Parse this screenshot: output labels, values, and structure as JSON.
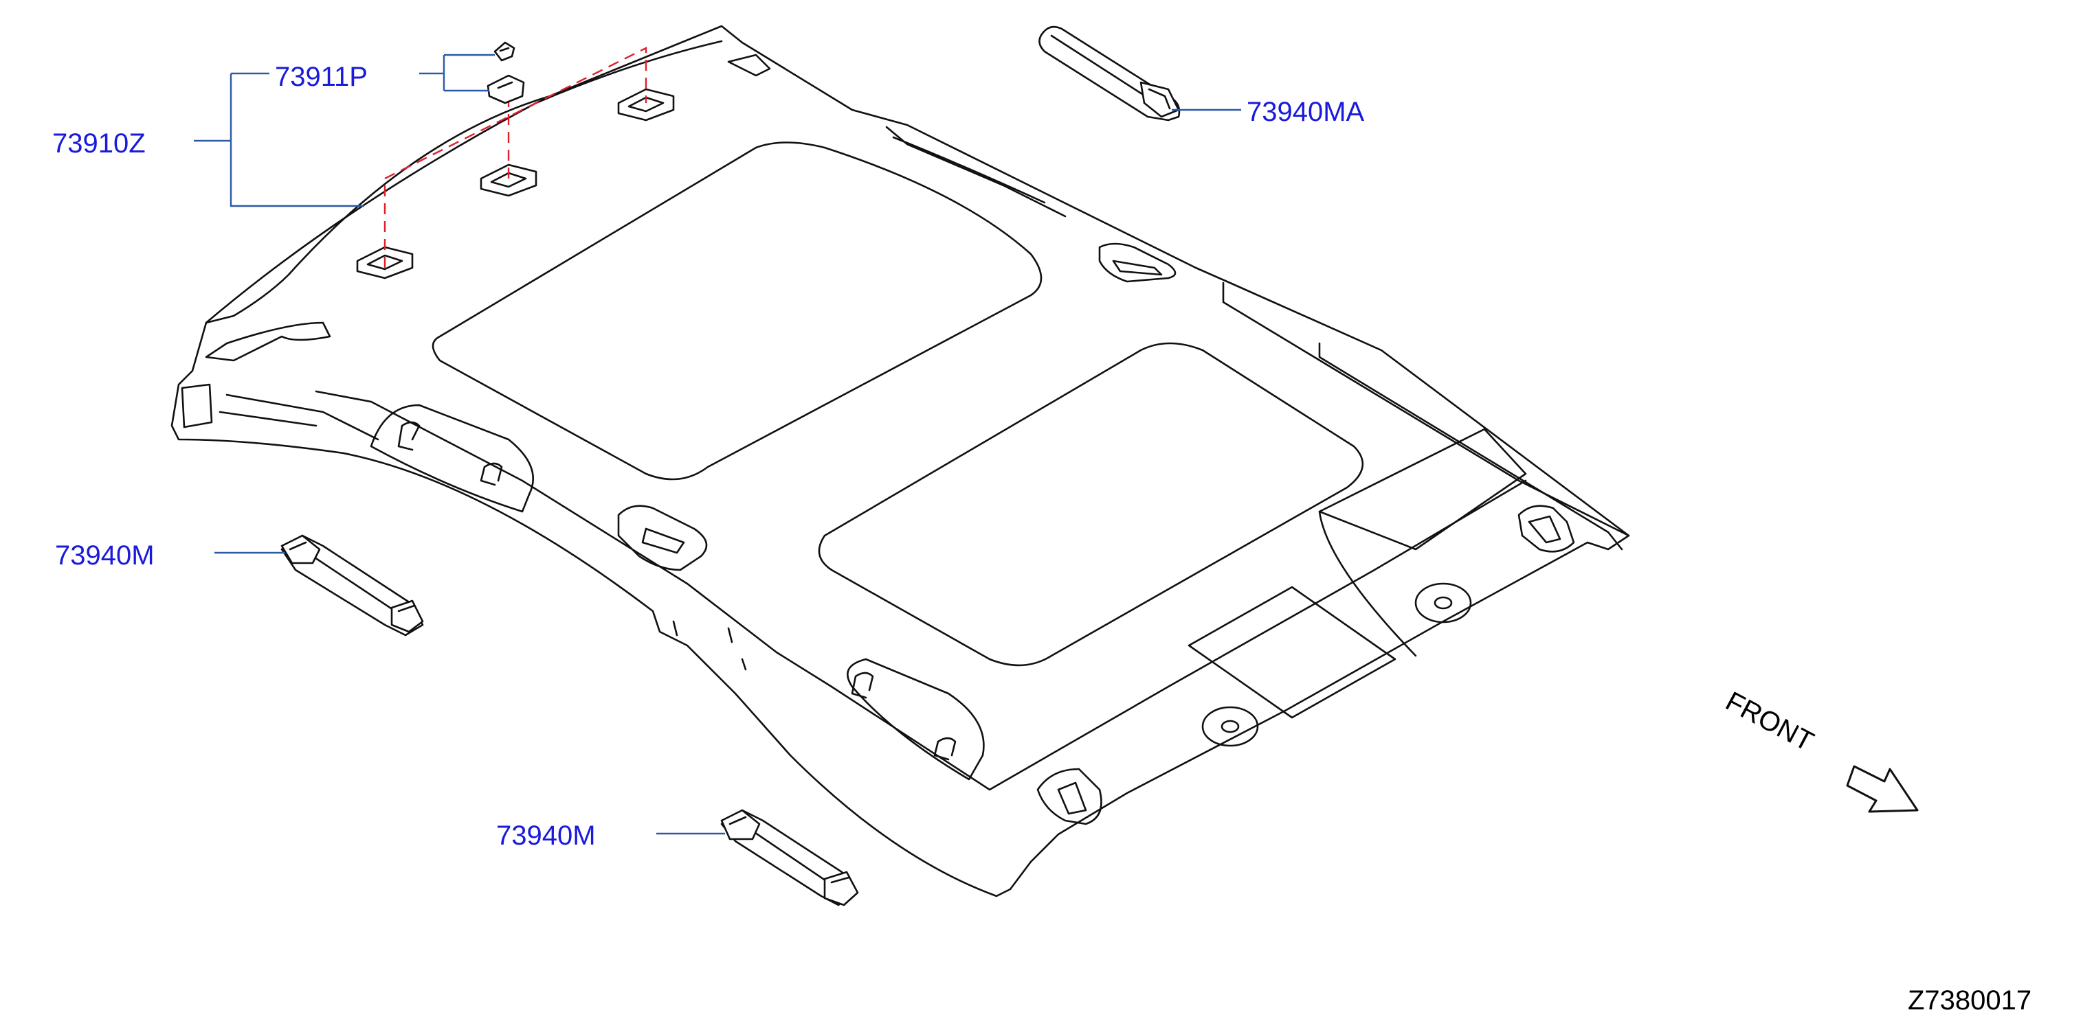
{
  "labels": {
    "headlining": "73910Z",
    "clip": "73911P",
    "grip_rear_right": "73940MA",
    "grip_left_upper": "73940M",
    "grip_left_lower": "73940M"
  },
  "front_marker": "FRONT",
  "reference_code": "Z7380017",
  "colors": {
    "label_text": "#1a1adc",
    "leader_line": "#2a5aa8",
    "dashed_line": "#e0202a",
    "outline": "#111111"
  }
}
